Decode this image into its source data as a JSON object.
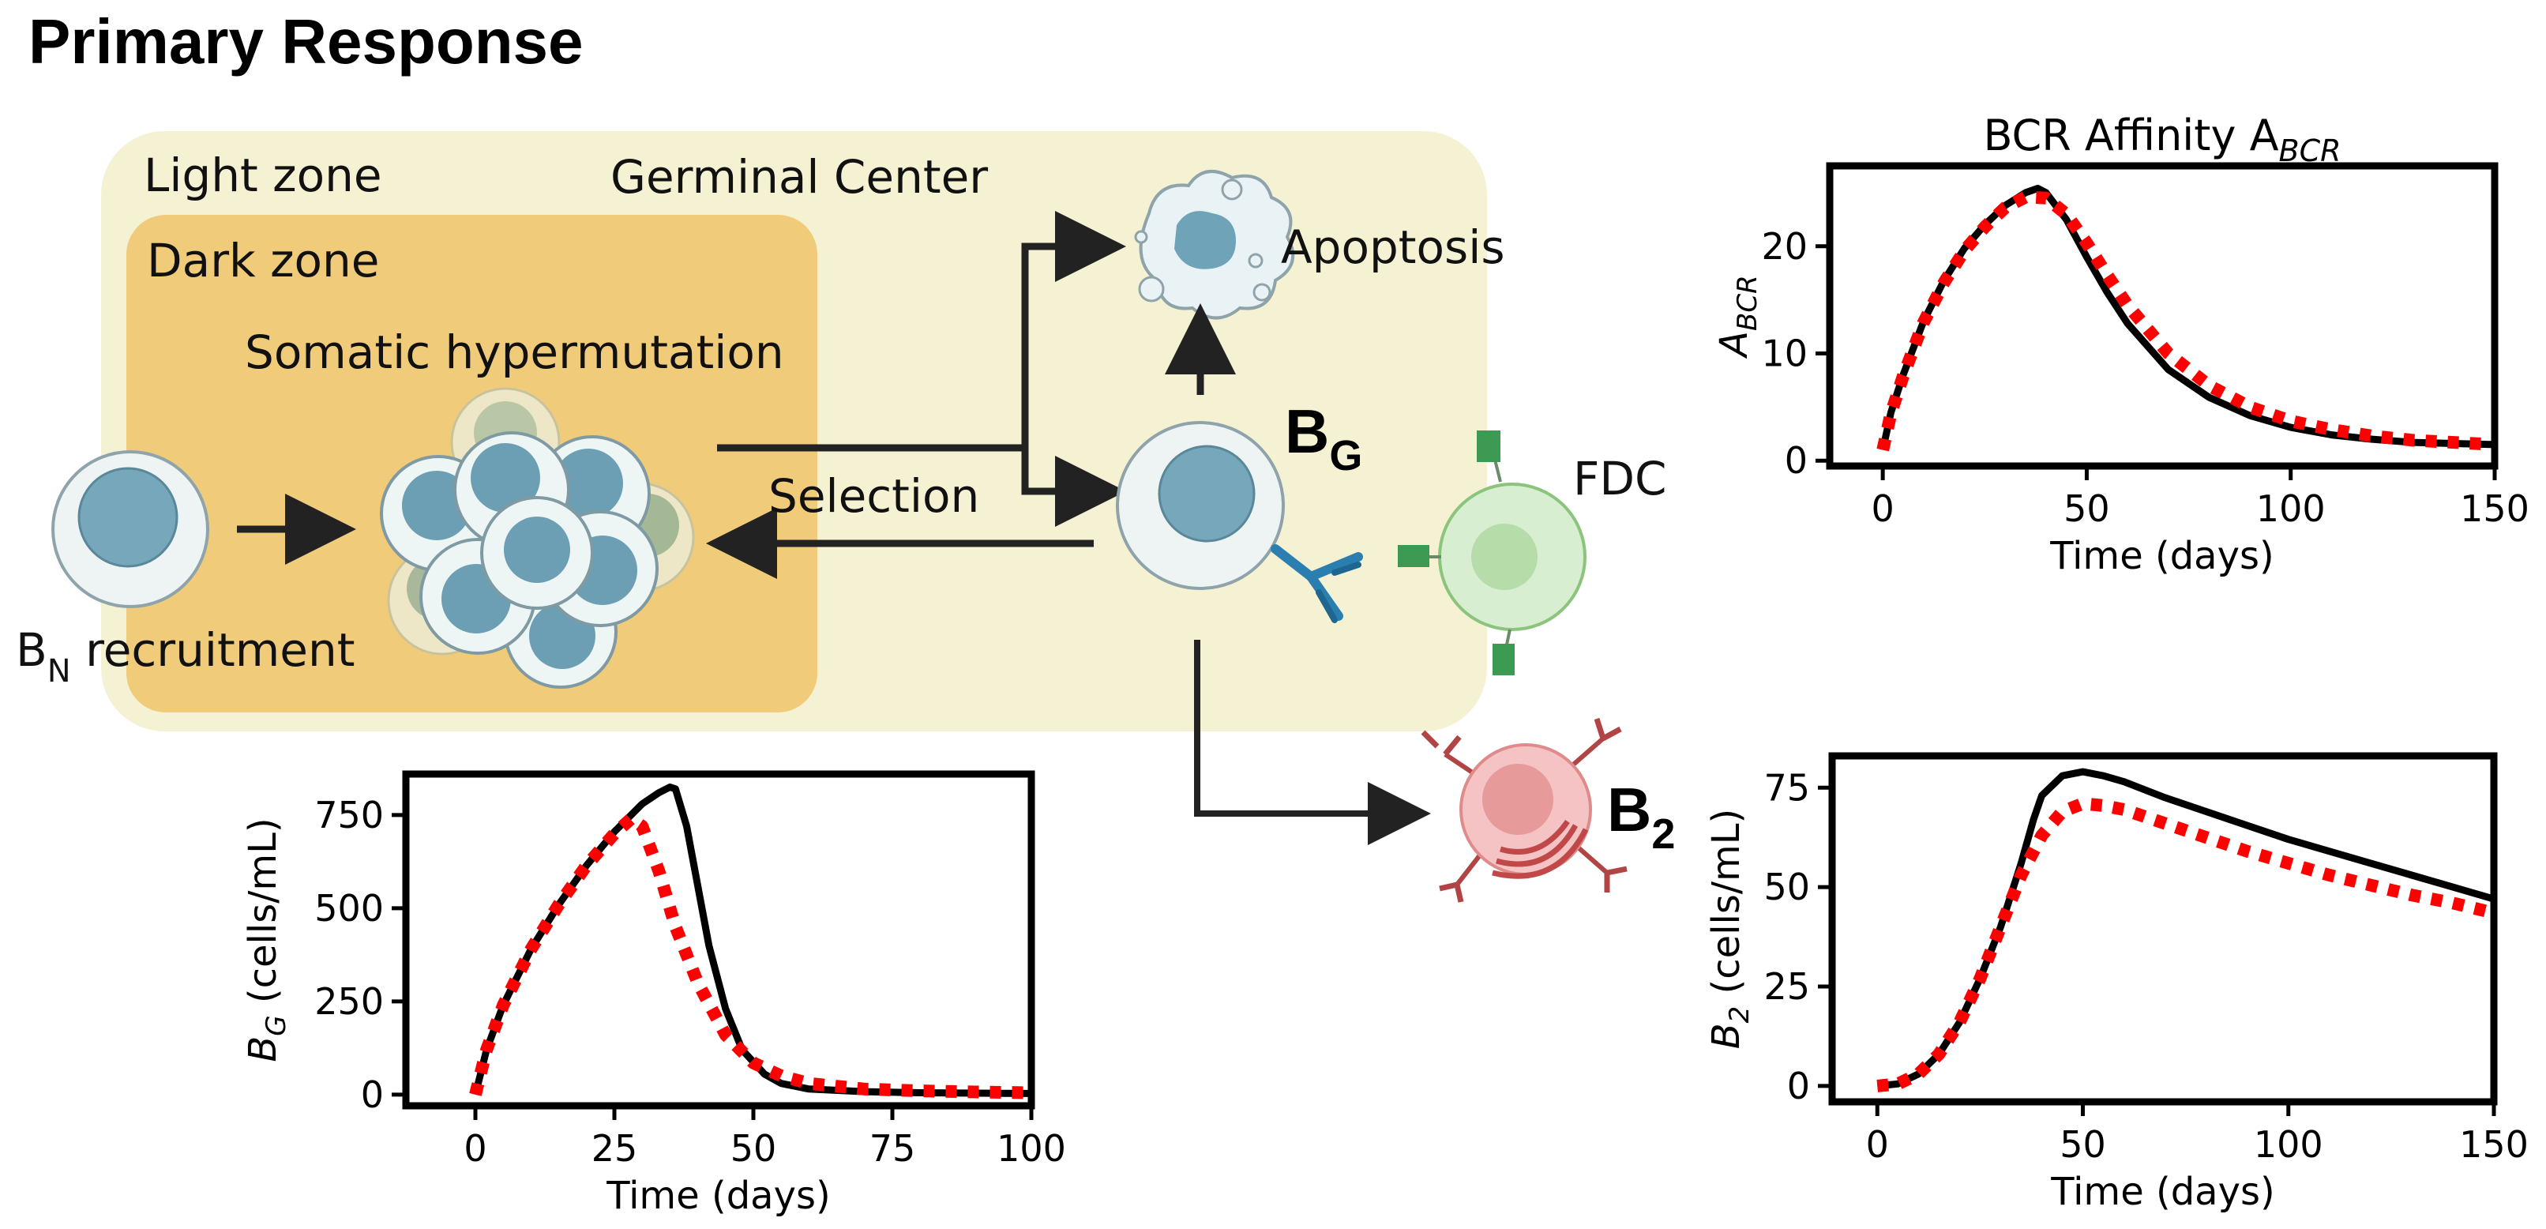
{
  "figure": {
    "title": "Primary Response",
    "diagram": {
      "light_zone": "Light zone",
      "germinal_center": "Germinal Center",
      "dark_zone": "Dark zone",
      "somatic_hypermutation": "Somatic hypermutation",
      "recruitment": {
        "base": "B",
        "sub": "N",
        "rest": " recruitment"
      },
      "selection": "Selection",
      "apoptosis": "Apoptosis",
      "bg": {
        "base": "B",
        "sub": "G"
      },
      "fdc": "FDC",
      "b2": {
        "base": "B",
        "sub": "2"
      }
    }
  },
  "chart_data": [
    {
      "id": "affinity",
      "type": "line",
      "title": "BCR Affinity A",
      "title_sub": "BCR",
      "xlabel": "Time (days)",
      "ylabel": "A",
      "ylabel_sub": "BCR",
      "ylabel_rest": "",
      "xlim": [
        -13,
        150
      ],
      "ylim": [
        -0.5,
        27.5
      ],
      "xticks": [
        0,
        50,
        100,
        150
      ],
      "yticks": [
        0,
        10,
        20
      ],
      "series": [
        {
          "style": "solid",
          "color": "#000000",
          "x": [
            0,
            2,
            5,
            10,
            15,
            20,
            25,
            30,
            35,
            38,
            40,
            45,
            50,
            55,
            60,
            70,
            80,
            90,
            100,
            110,
            120,
            130,
            140,
            150
          ],
          "y": [
            1.0,
            4.5,
            8.0,
            13.0,
            16.8,
            19.8,
            22.0,
            23.8,
            25.0,
            25.4,
            25.0,
            22.5,
            19.0,
            15.7,
            12.8,
            8.5,
            5.9,
            4.2,
            3.1,
            2.4,
            2.0,
            1.7,
            1.6,
            1.5
          ]
        },
        {
          "style": "dotted",
          "color": "#ff0000",
          "x": [
            0,
            2,
            5,
            10,
            15,
            20,
            25,
            30,
            35,
            40,
            45,
            50,
            55,
            60,
            70,
            80,
            90,
            100,
            110,
            120,
            130,
            140,
            150
          ],
          "y": [
            1.0,
            4.4,
            7.9,
            12.9,
            16.6,
            19.6,
            21.8,
            23.6,
            24.6,
            24.5,
            23.0,
            20.3,
            17.3,
            14.5,
            10.0,
            7.0,
            5.0,
            3.7,
            2.9,
            2.3,
            1.9,
            1.7,
            1.5
          ]
        }
      ]
    },
    {
      "id": "bg",
      "type": "line",
      "title": "",
      "xlabel": "Time (days)",
      "ylabel": "B",
      "ylabel_sub": "G",
      "ylabel_rest": " (cells/mL)",
      "xlim": [
        -12.5,
        100
      ],
      "ylim": [
        -30,
        860
      ],
      "xticks": [
        0,
        25,
        50,
        75,
        100
      ],
      "yticks": [
        0,
        250,
        500,
        750
      ],
      "series": [
        {
          "style": "solid",
          "color": "#000000",
          "x": [
            0,
            2,
            5,
            10,
            15,
            20,
            25,
            30,
            33,
            35,
            36,
            38,
            40,
            42,
            45,
            48,
            52,
            55,
            60,
            70,
            80,
            90,
            100
          ],
          "y": [
            0,
            120,
            240,
            390,
            510,
            615,
            705,
            780,
            810,
            825,
            820,
            720,
            560,
            400,
            230,
            120,
            55,
            30,
            15,
            8,
            5,
            4,
            3
          ]
        },
        {
          "style": "dotted",
          "color": "#ff0000",
          "x": [
            0,
            2,
            5,
            10,
            15,
            20,
            25,
            28,
            30,
            33,
            36,
            40,
            45,
            50,
            55,
            60,
            70,
            80,
            90,
            100
          ],
          "y": [
            0,
            120,
            240,
            390,
            510,
            615,
            700,
            740,
            720,
            600,
            450,
            300,
            160,
            85,
            50,
            30,
            15,
            10,
            7,
            5
          ]
        }
      ]
    },
    {
      "id": "b2",
      "type": "line",
      "title": "",
      "xlabel": "Time (days)",
      "ylabel": "B",
      "ylabel_sub": "2",
      "ylabel_rest": " (cells/mL)",
      "xlim": [
        -11,
        150
      ],
      "ylim": [
        -4,
        83
      ],
      "xticks": [
        0,
        50,
        100,
        150
      ],
      "yticks": [
        0,
        25,
        50,
        75
      ],
      "series": [
        {
          "style": "solid",
          "color": "#000000",
          "x": [
            0,
            5,
            10,
            15,
            20,
            25,
            30,
            35,
            38,
            40,
            45,
            50,
            55,
            60,
            70,
            80,
            90,
            100,
            110,
            120,
            130,
            140,
            150
          ],
          "y": [
            0,
            0.5,
            3,
            8,
            16,
            27,
            40,
            56,
            67,
            73,
            78,
            79,
            78,
            76.5,
            72.5,
            69,
            65.5,
            62,
            59,
            56,
            53,
            50,
            47
          ]
        },
        {
          "style": "dotted",
          "color": "#ff0000",
          "x": [
            0,
            5,
            10,
            15,
            20,
            25,
            30,
            35,
            40,
            45,
            50,
            55,
            60,
            70,
            80,
            90,
            100,
            110,
            120,
            130,
            140,
            150
          ],
          "y": [
            0,
            0.5,
            3,
            8,
            16,
            27,
            40,
            53,
            63,
            69,
            71,
            70.5,
            69.5,
            66,
            62.5,
            59,
            56,
            53,
            50.5,
            48,
            46,
            43.5
          ]
        }
      ]
    }
  ]
}
